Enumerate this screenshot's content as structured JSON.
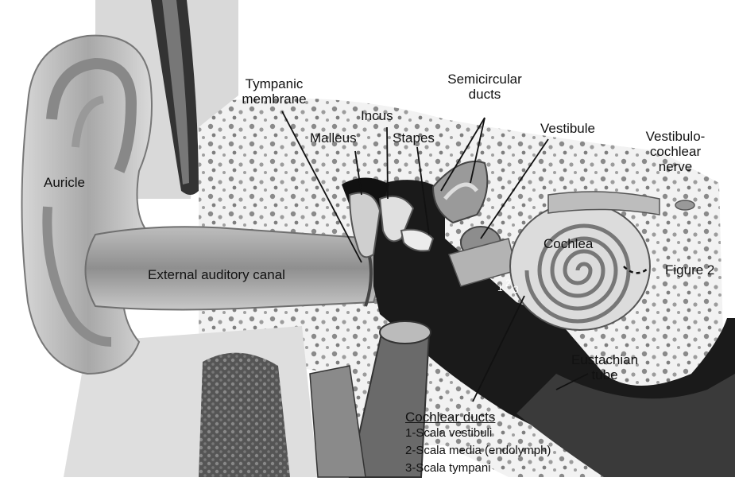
{
  "labels": {
    "auricle": "Auricle",
    "external_auditory_canal": "External auditory canal",
    "tympanic_membrane": [
      "Tympanic",
      "membrane"
    ],
    "malleus": "Malleus",
    "incus": "Incus",
    "stapes": "Stapes",
    "semicircular_ducts": [
      "Semicircular",
      "ducts"
    ],
    "vestibule": "Vestibule",
    "vestibulocochlear_nerve": [
      "Vestibulo-",
      "cochlear",
      "nerve"
    ],
    "cochlea": "Cochlea",
    "figure_ref": "Figure 2",
    "eustachian_tube": [
      "Eustachian",
      "tube"
    ],
    "scala_markers": [
      "1",
      "2",
      "3"
    ]
  },
  "legend": {
    "title": "Cochlear ducts",
    "items": [
      "1-Scala vestibuli",
      "2-Scala media (endolymph)",
      "3-Scala tympani"
    ]
  }
}
